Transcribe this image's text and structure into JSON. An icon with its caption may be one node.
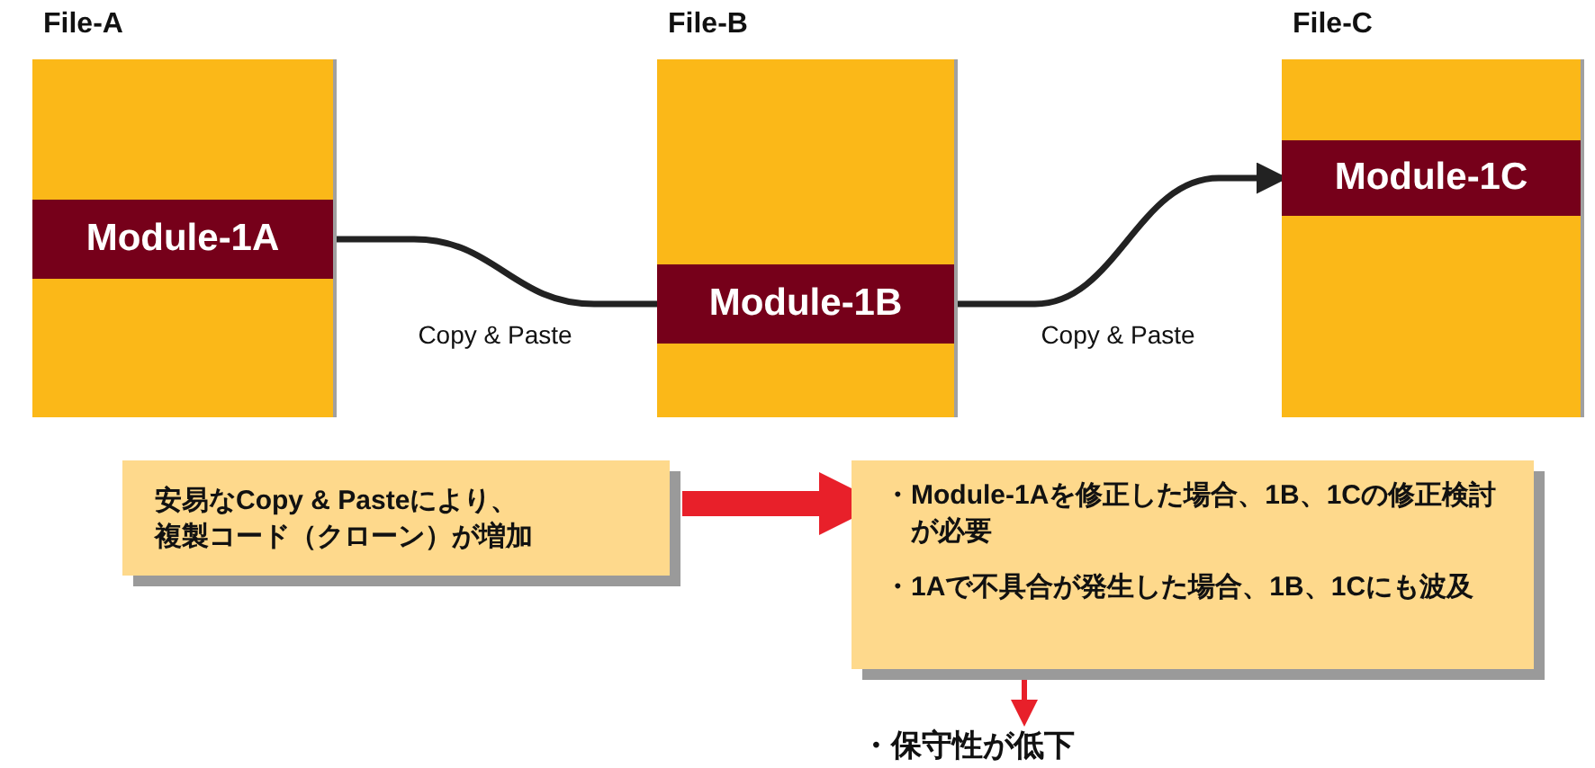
{
  "diagram": {
    "nodes": [
      {
        "text": [
          "File-A"
        ]
      },
      {
        "text": [
          "Module-1A"
        ],
        "in": 0
      },
      {
        "text": [
          "File-B"
        ]
      },
      {
        "text": [
          "Module-1B"
        ],
        "in": 2
      },
      {
        "text": [
          "File-C"
        ]
      },
      {
        "text": [
          "Module-1C"
        ],
        "in": 4
      },
      {
        "text": [
          "安易なCopy & Pasteにより、複製コード（クローン）が増加"
        ]
      },
      {
        "text": [
          "・Module-1Aを修正した場合、1B、1Cの修正検討が必要",
          "・1Aで不具合が発生した場合、1B、1Cにも波及"
        ]
      },
      {
        "text": [
          "・保守性が低下"
        ]
      }
    ],
    "edges": [
      {
        "from": 1,
        "to": 3,
        "arrow": "none",
        "label": "Copy & Paste"
      },
      {
        "from": 3,
        "to": 5,
        "arrow": "to",
        "label": "Copy & Paste"
      },
      {
        "from": 6,
        "to": 7,
        "arrow": "to",
        "style": "thick",
        "color": "#e8202a"
      },
      {
        "from": 7,
        "to": 8,
        "arrow": "to",
        "color": "#e8202a"
      }
    ]
  }
}
